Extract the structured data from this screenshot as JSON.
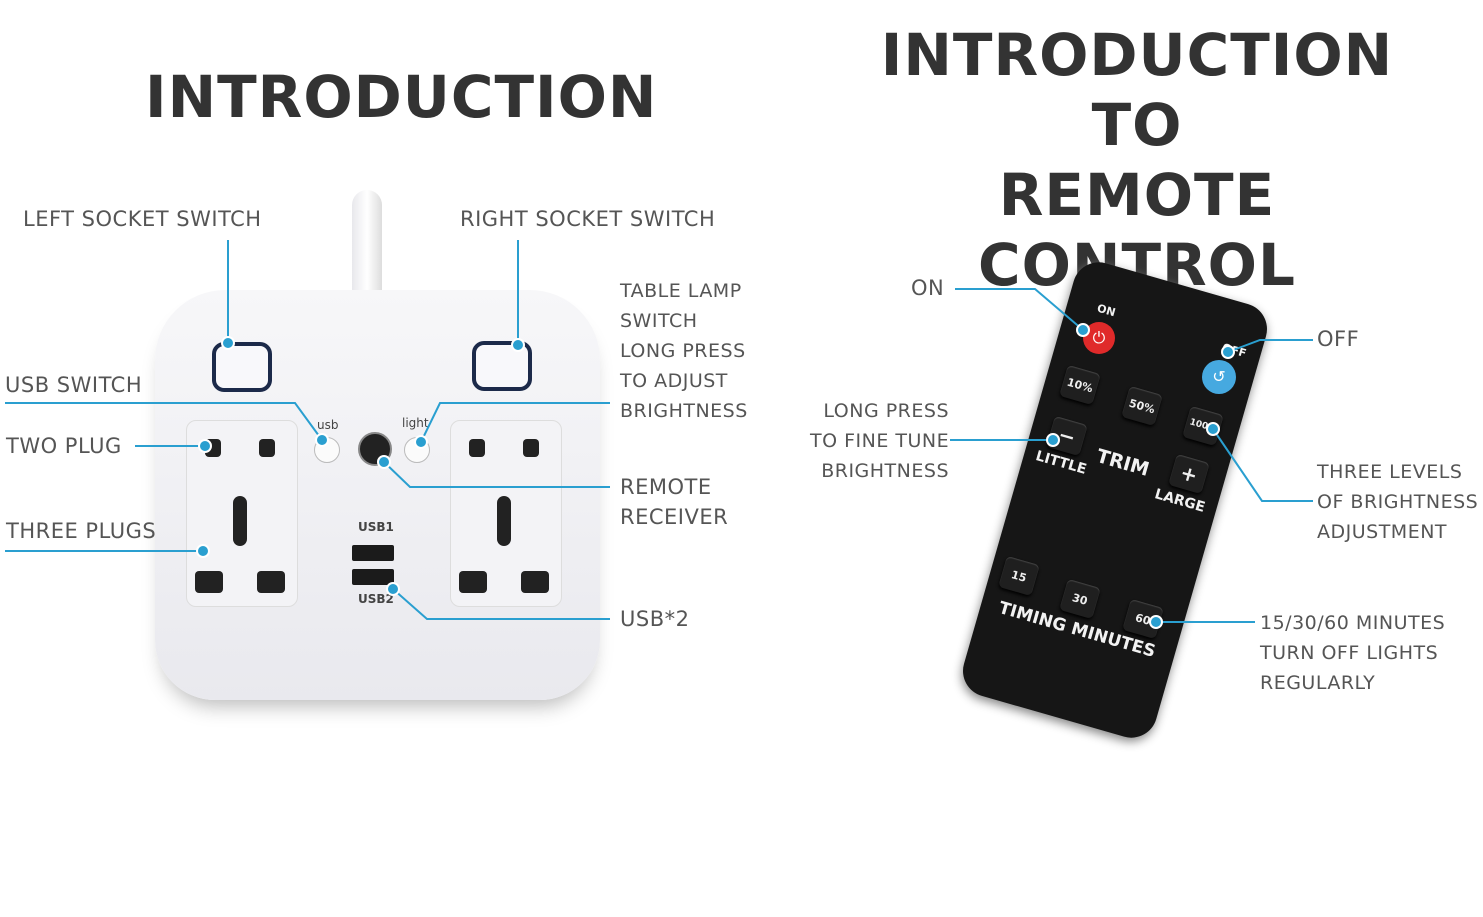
{
  "left": {
    "title": "INTRODUCTION",
    "labels": {
      "left_socket": "LEFT SOCKET SWITCH",
      "right_socket": "RIGHT SOCKET SWITCH",
      "lamp": [
        "TABLE LAMP",
        "SWITCH",
        "LONG PRESS",
        "TO ADJUST",
        "BRIGHTNESS"
      ],
      "usb_switch": "USB SWITCH",
      "two_plug": "TWO PLUG",
      "three_plugs": "THREE PLUGS",
      "receiver": [
        "REMOTE",
        "RECEIVER"
      ],
      "usb2": "USB*2"
    },
    "device": {
      "usb": "usb",
      "light": "light",
      "usb1": "USB1",
      "usb2": "USB2"
    }
  },
  "right": {
    "title": [
      "INTRODUCTION TO",
      "REMOTE CONTROL"
    ],
    "labels": {
      "on": "ON",
      "off": "OFF",
      "fine": [
        "LONG PRESS",
        "TO FINE TUNE",
        "BRIGHTNESS"
      ],
      "levels": [
        "THREE LEVELS",
        "OF BRIGHTNESS",
        "ADJUSTMENT"
      ],
      "timer": [
        "15/30/60 MINUTES",
        "TURN OFF LIGHTS",
        "REGULARLY"
      ]
    },
    "remote": {
      "on": "ON",
      "off": "OFF",
      "b10": "10%",
      "b50": "50%",
      "b100": "100%",
      "minus": "−",
      "plus": "+",
      "little": "LITTLE",
      "trim": "TRIM",
      "large": "LARGE",
      "t15": "15",
      "t30": "30",
      "t60": "60",
      "timing": "TIMING MINUTES"
    }
  },
  "colors": {
    "callout": "#2a9fd0",
    "on_button": "#e02a2a",
    "off_button": "#46a9e0"
  }
}
